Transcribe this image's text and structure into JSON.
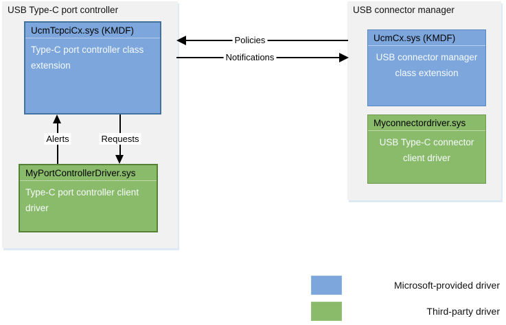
{
  "colors": {
    "microsoft_blue": "#7CA6DC",
    "microsoft_blue_border": "#41719C",
    "third_party_green": "#8ABB6B",
    "third_party_green_border": "#538135",
    "container_bg": "#F1F1F2",
    "container_shadow": "#DFE9F5"
  },
  "left_group": {
    "title": "USB Type-C port controller",
    "class_extension": {
      "title": "UcmTcpciCx.sys (KMDF)",
      "body": "Type-C port controller class extension"
    },
    "client_driver": {
      "title": "MyPortControllerDriver.sys",
      "body": "Type-C port controller client driver"
    },
    "alerts_label": "Alerts",
    "requests_label": "Requests"
  },
  "right_group": {
    "title": "USB connector manager",
    "class_extension": {
      "title": "UcmCx.sys (KMDF)",
      "body": "USB connector manager class extension"
    },
    "client_driver": {
      "title": "Myconnectordriver.sys",
      "body": "USB Type-C connector client driver"
    }
  },
  "connections": {
    "policies_label": "Policies",
    "notifications_label": "Notifications"
  },
  "legend": {
    "items": [
      {
        "label": "Microsoft-provided driver",
        "color": "#7CA6DC"
      },
      {
        "label": "Third-party driver",
        "color": "#8ABB6B"
      }
    ]
  }
}
